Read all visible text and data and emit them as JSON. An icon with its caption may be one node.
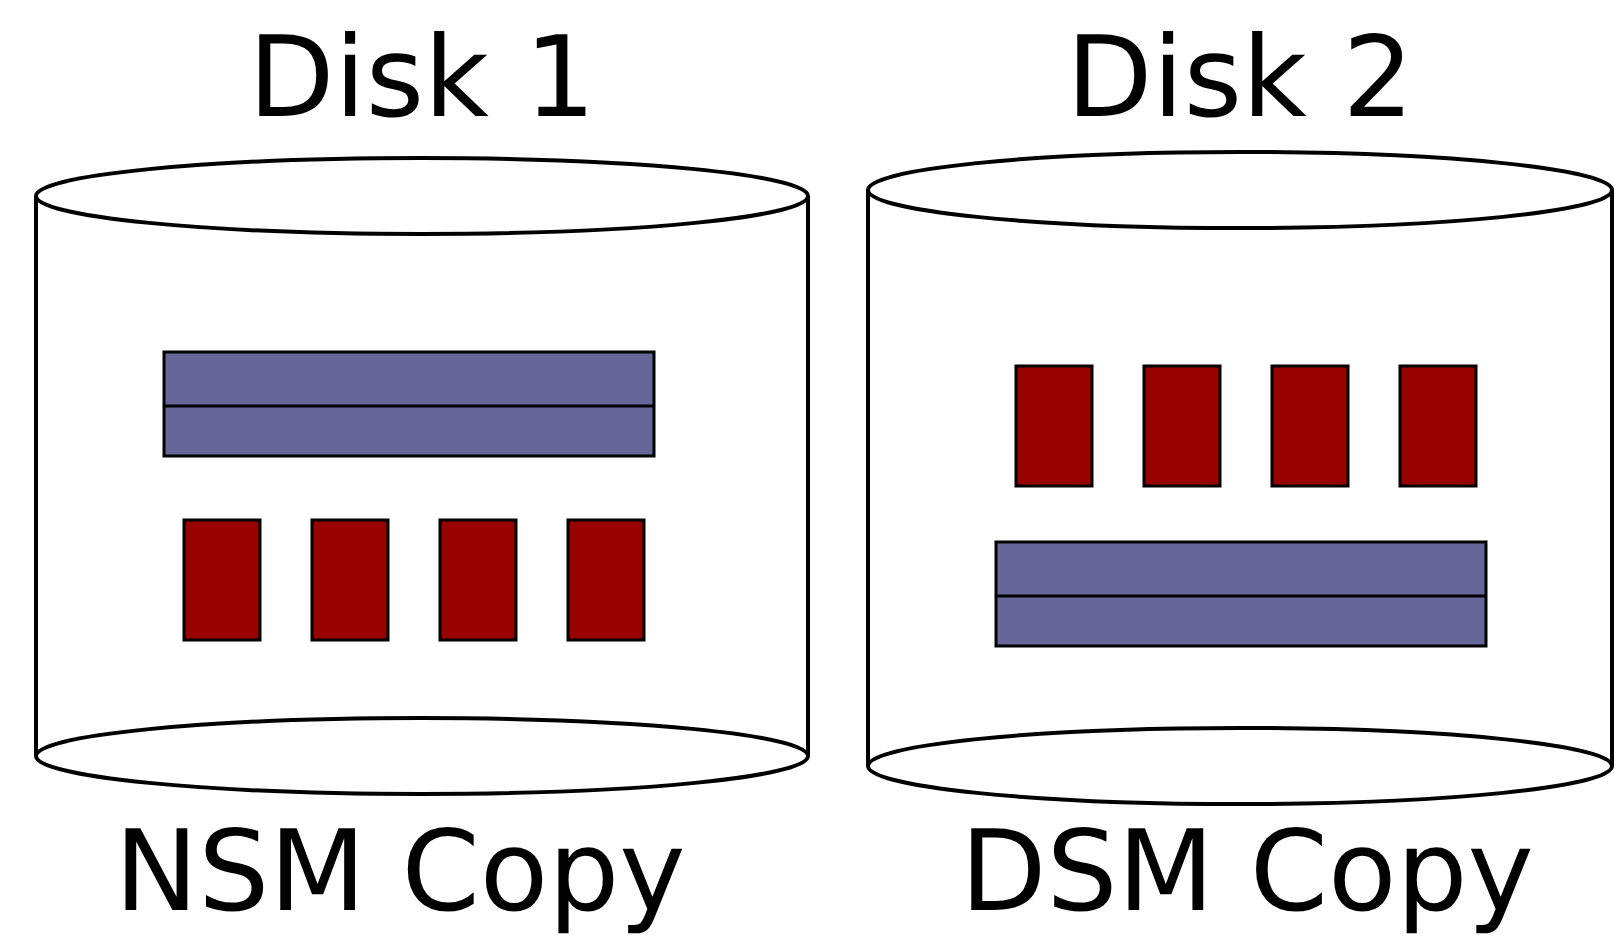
{
  "diagram": {
    "nodes": [
      {
        "text": [
          "Disk 1"
        ],
        "beside": [
          "NSM Copy"
        ]
      },
      {
        "text": [
          "Disk 2"
        ],
        "beside": [
          "DSM Copy"
        ]
      }
    ]
  }
}
